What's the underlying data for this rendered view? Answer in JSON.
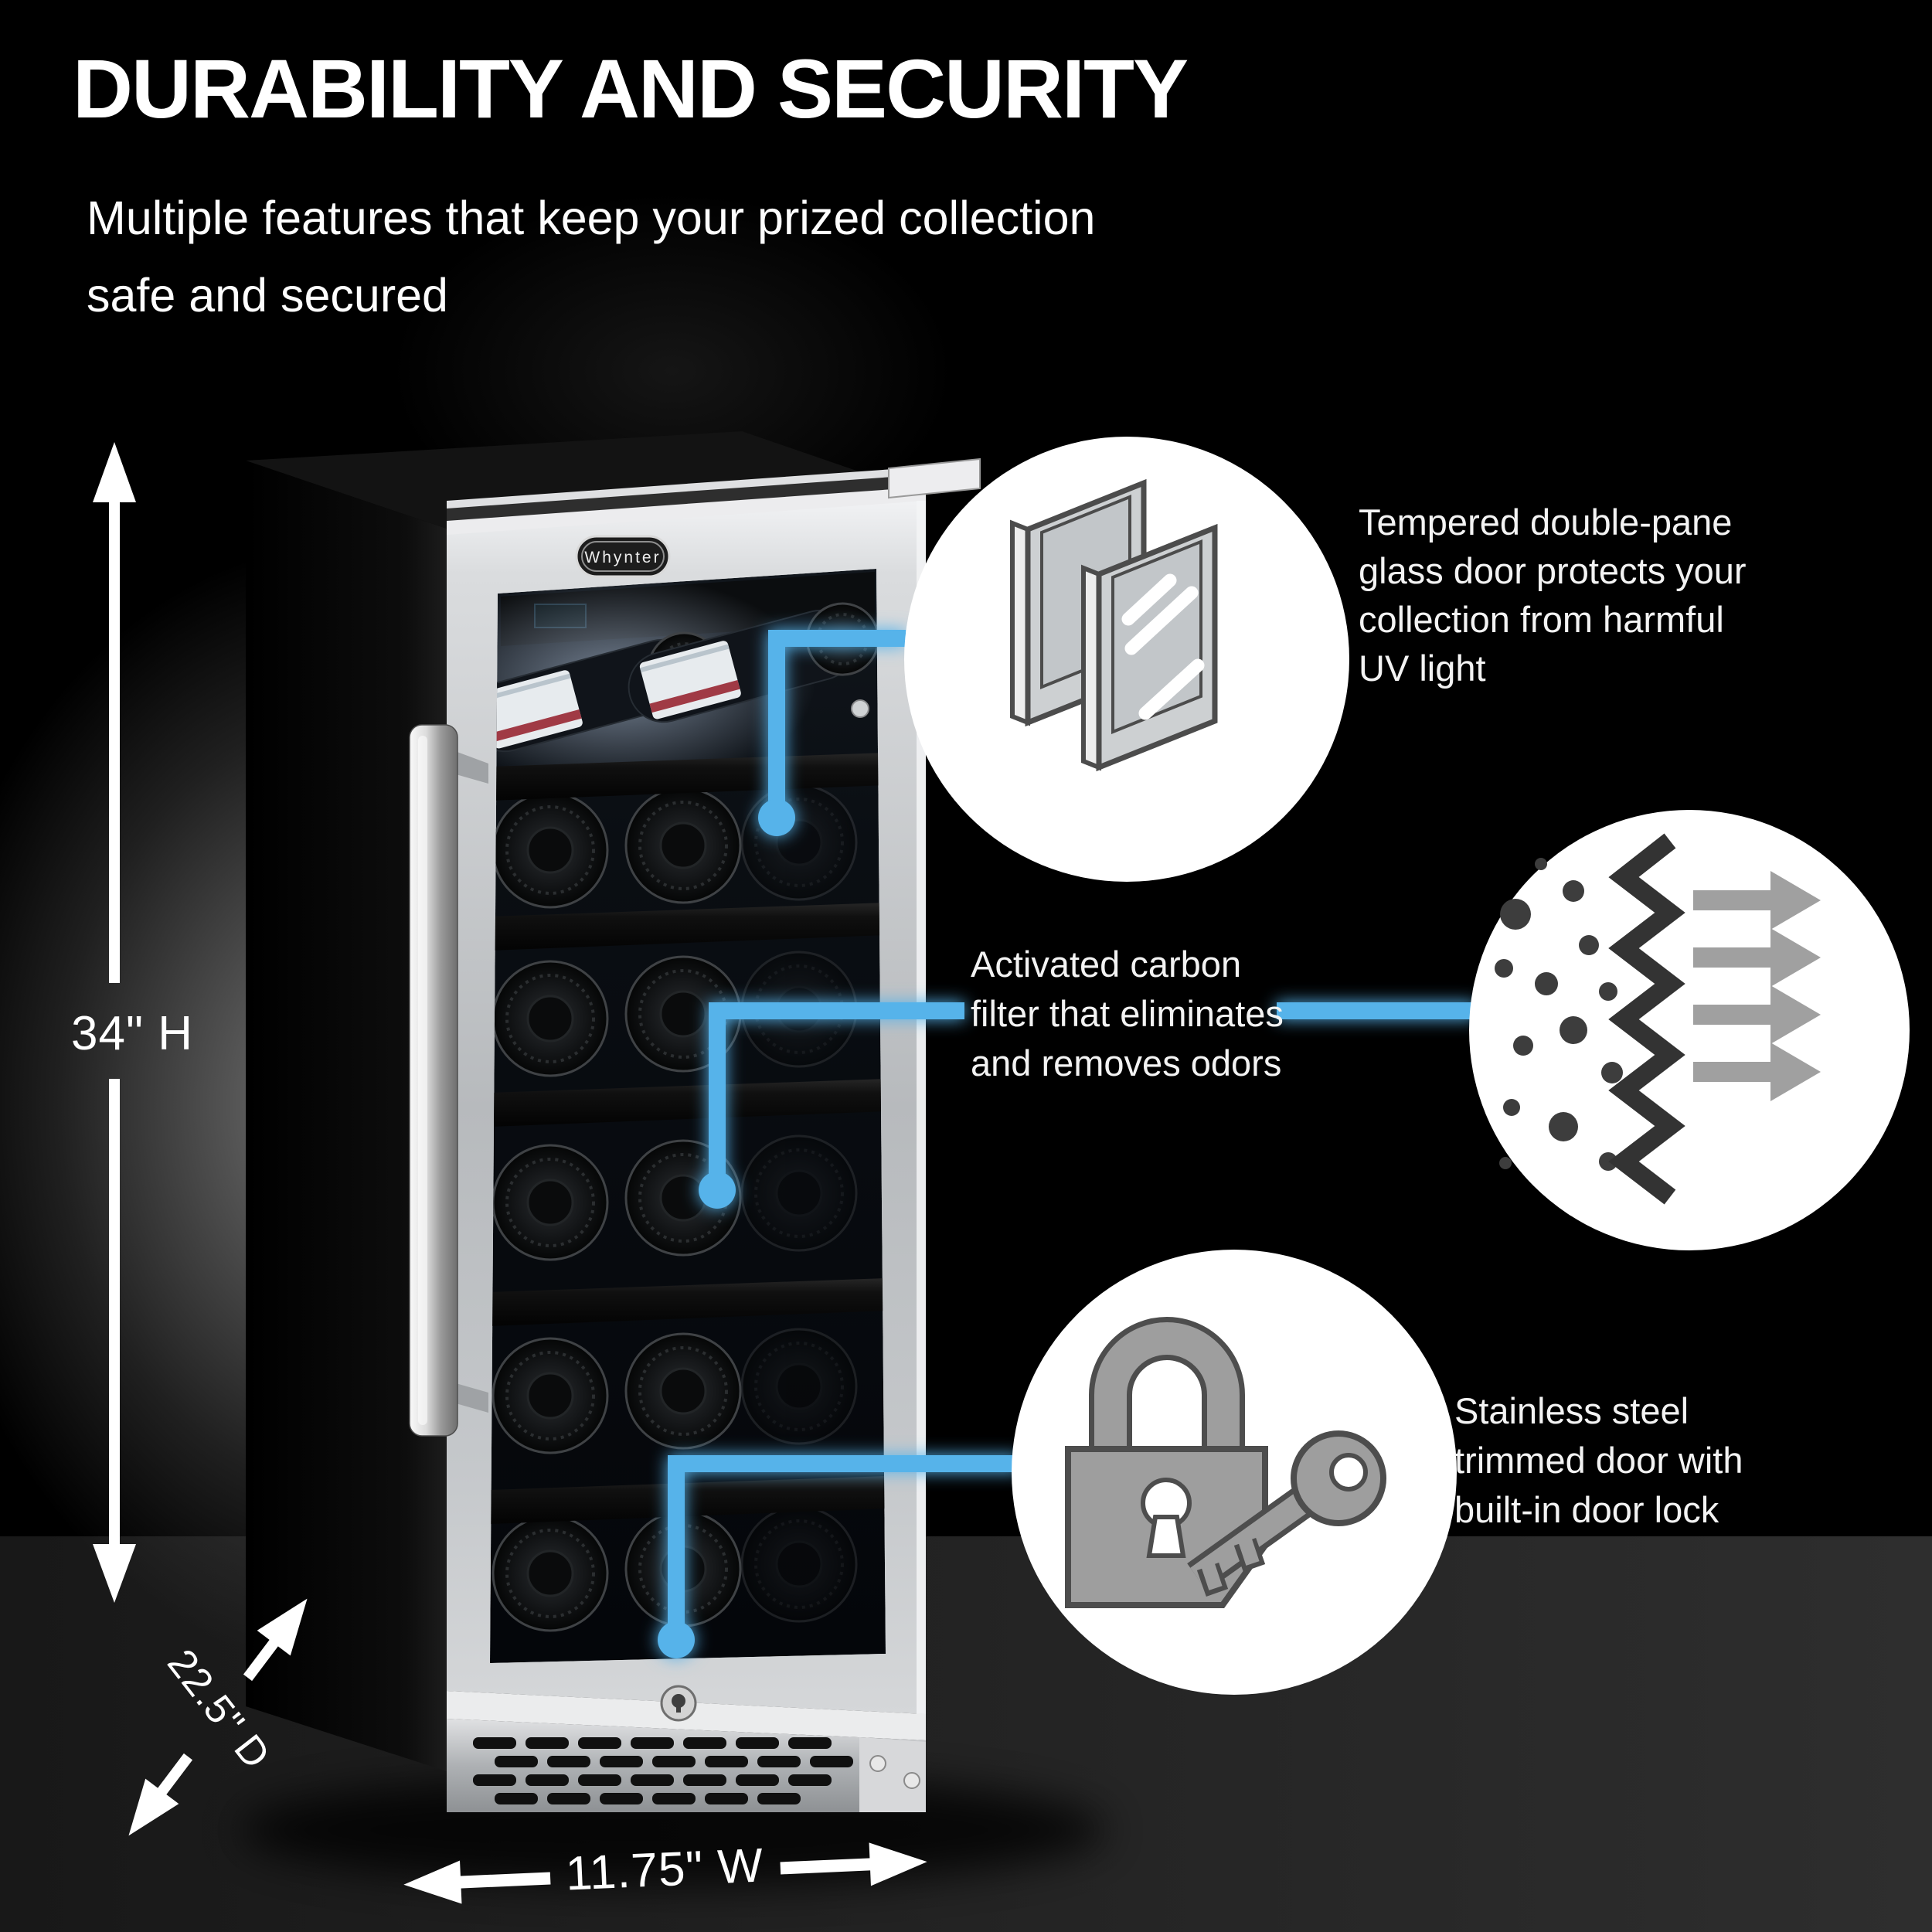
{
  "title": "DURABILITY AND SECURITY",
  "subtitle_lines": [
    "Multiple features that keep your prized collection",
    "safe and secured"
  ],
  "product": {
    "brand": "Whynter",
    "type": "wine cooler"
  },
  "dimensions": {
    "height_label": "34\" H",
    "depth_label": "22.5\" D",
    "width_label": "11.75\" W"
  },
  "features": [
    {
      "icon": "double-pane-glass-icon",
      "lines": [
        "Tempered double-pane",
        "glass door protects your",
        "collection from harmful",
        "UV light"
      ]
    },
    {
      "icon": "carbon-filter-icon",
      "lines": [
        "Activated carbon",
        "filter that eliminates",
        "and removes odors"
      ]
    },
    {
      "icon": "lock-and-key-icon",
      "lines": [
        "Stainless steel",
        "trimmed door with",
        "built-in door lock"
      ]
    }
  ],
  "colors": {
    "accent_blue": "#56b3ea",
    "background": "#000000",
    "text_white": "#ffffff",
    "circle_white": "#ffffff",
    "steel": "#c2c5c8",
    "icon_gray": "#9e9e9e",
    "icon_dark": "#3a3a3a"
  }
}
